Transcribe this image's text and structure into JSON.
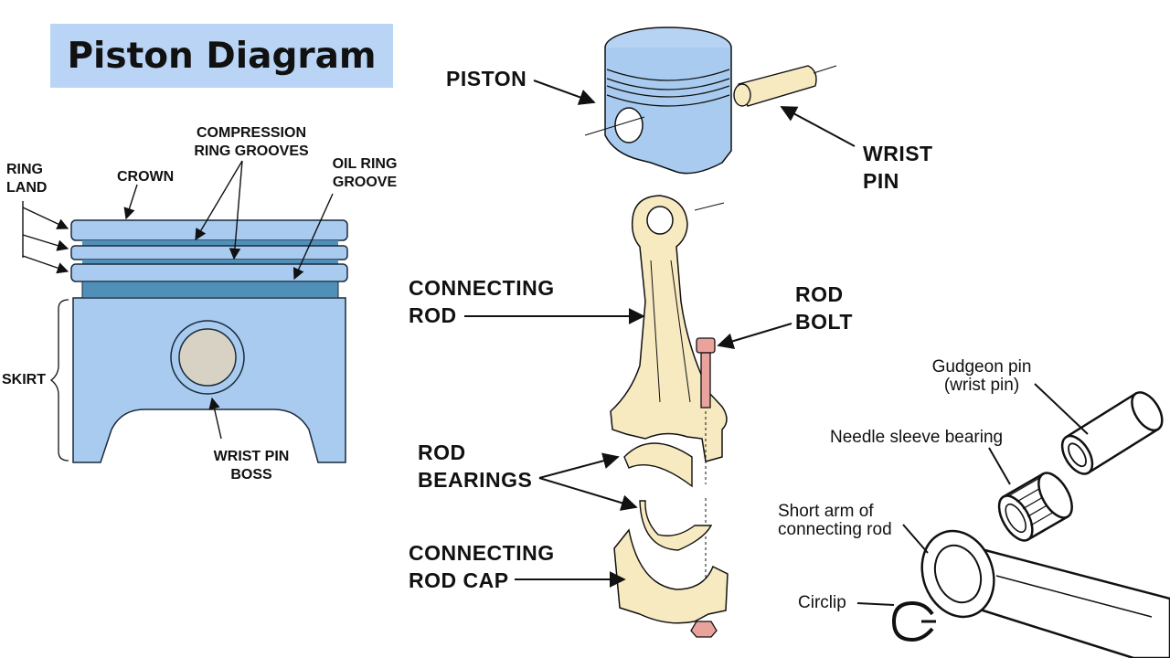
{
  "title": "Piston Diagram",
  "left_diagram": {
    "ring_land": "RING\nLAND",
    "crown": "CROWN",
    "compression_ring_grooves": "COMPRESSION\nRING GROOVES",
    "oil_ring_groove": "OIL RING\nGROOVE",
    "skirt": "SKIRT",
    "wrist_pin_boss": "WRIST PIN\nBOSS"
  },
  "center_diagram": {
    "piston": "PISTON",
    "wrist_pin": "WRIST\nPIN",
    "connecting_rod": "CONNECTING\nROD",
    "rod_bolt": "ROD\nBOLT",
    "rod_bearings": "ROD\nBEARINGS",
    "connecting_rod_cap": "CONNECTING\nROD CAP"
  },
  "right_diagram": {
    "gudgeon_pin": "Gudgeon pin\n(wrist pin)",
    "needle_sleeve_bearing": "Needle sleeve bearing",
    "short_arm": "Short arm of\nconnecting rod",
    "circlip": "Circlip"
  },
  "colors": {
    "title_bg": "#b9d4f4",
    "piston_blue": "#a9cbf0",
    "groove_blue": "#4f8fb8",
    "rod_yellow": "#f7eac1",
    "bolt_pink": "#e9a29c"
  }
}
